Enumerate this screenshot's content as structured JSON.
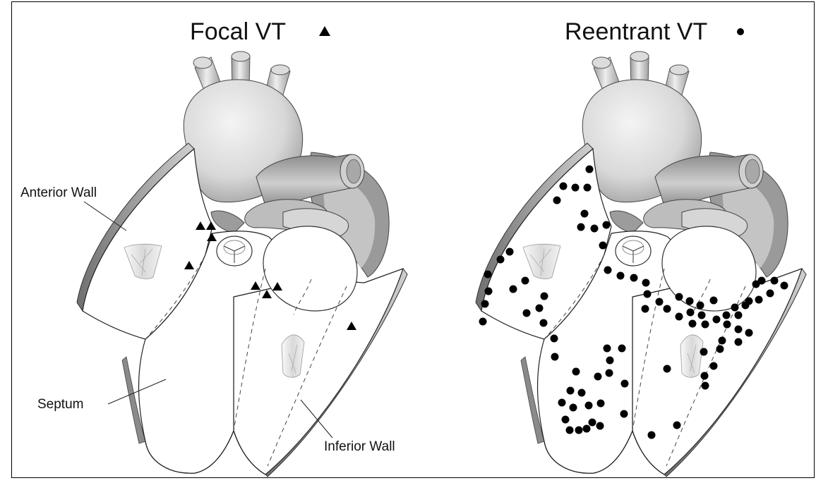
{
  "panels": [
    {
      "id": "focal",
      "title": "Focal VT",
      "marker": "triangle",
      "labels": {
        "anterior": "Anterior Wall",
        "septum": "Septum",
        "inferior": "Inferior Wall"
      }
    },
    {
      "id": "reentrant",
      "title": "Reentrant VT",
      "marker": "dot"
    }
  ],
  "colors": {
    "line": "#1a1a1a",
    "heart_light": "#e6e6e6",
    "heart_mid": "#bdbdbd",
    "heart_dark": "#8a8a8a",
    "marker": "#000000"
  }
}
